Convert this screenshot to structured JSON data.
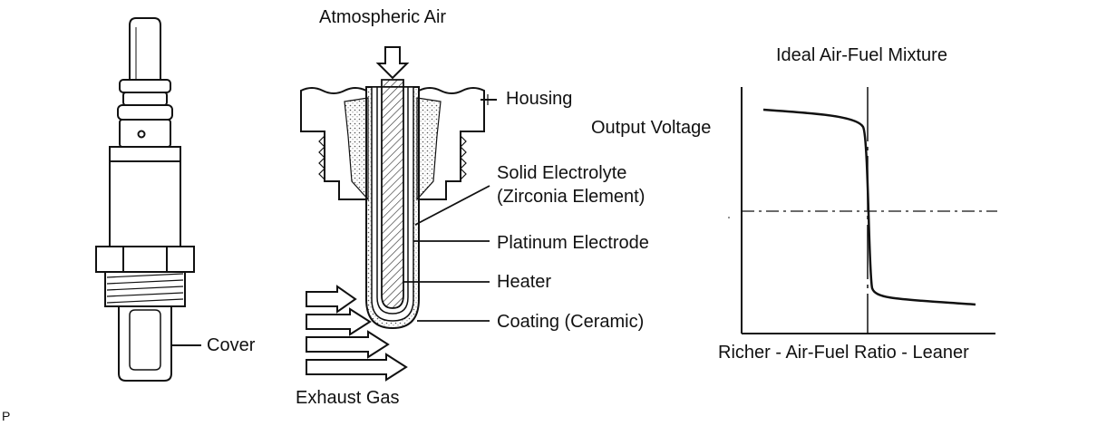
{
  "labels": {
    "atmospheric_air": "Atmospheric Air",
    "housing": "Housing",
    "solid_electrolyte_1": "Solid  Electrolyte",
    "solid_electrolyte_2": "(Zirconia Element)",
    "platinum_electrode": "Platinum Electrode",
    "heater": "Heater",
    "coating": "Coating (Ceramic)",
    "cover": "Cover",
    "exhaust_gas": "Exhaust Gas",
    "corner_mark": "P"
  },
  "graph": {
    "title": "Ideal Air-Fuel Mixture",
    "ylabel": "Output Voltage",
    "xlabel": "Richer - Air-Fuel Ratio - Leaner"
  },
  "colors": {
    "line": "#111111",
    "background": "#ffffff"
  }
}
